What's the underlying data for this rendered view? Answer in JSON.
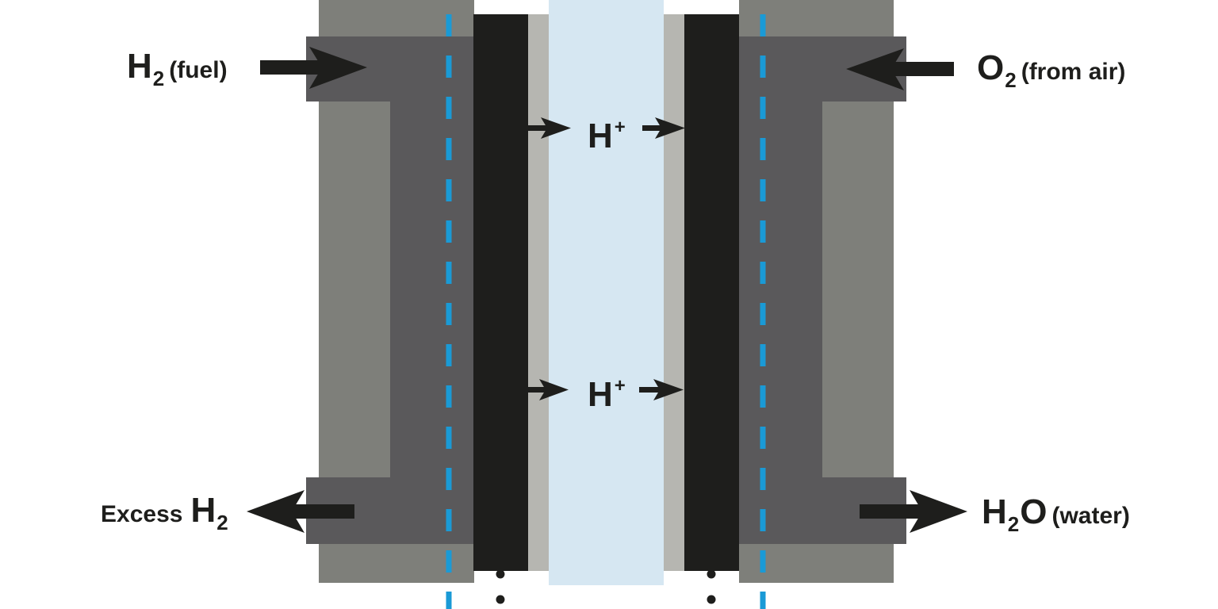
{
  "labels": {
    "h2_fuel": {
      "main": "H",
      "sub": "2",
      "note": "(fuel)"
    },
    "o2_air": {
      "main": "O",
      "sub": "2",
      "note": "(from air)"
    },
    "excess_h2": {
      "prefix": "Excess",
      "main": "H",
      "sub": "2"
    },
    "h2o_water": {
      "main": "H",
      "sub": "2",
      "tail": "O",
      "note": "(water)"
    },
    "proton": {
      "main": "H",
      "sup": "+"
    }
  },
  "colors": {
    "outer_plate": "#7e7f7a",
    "channel": "#5a595b",
    "electrode": "#1e1e1c",
    "catalyst_layer": "#b6b6b1",
    "electrolyte": "#d6e7f2",
    "dashed_line": "#1a9ad6",
    "arrow": "#1e1e1c",
    "text": "#1e1e1c"
  }
}
